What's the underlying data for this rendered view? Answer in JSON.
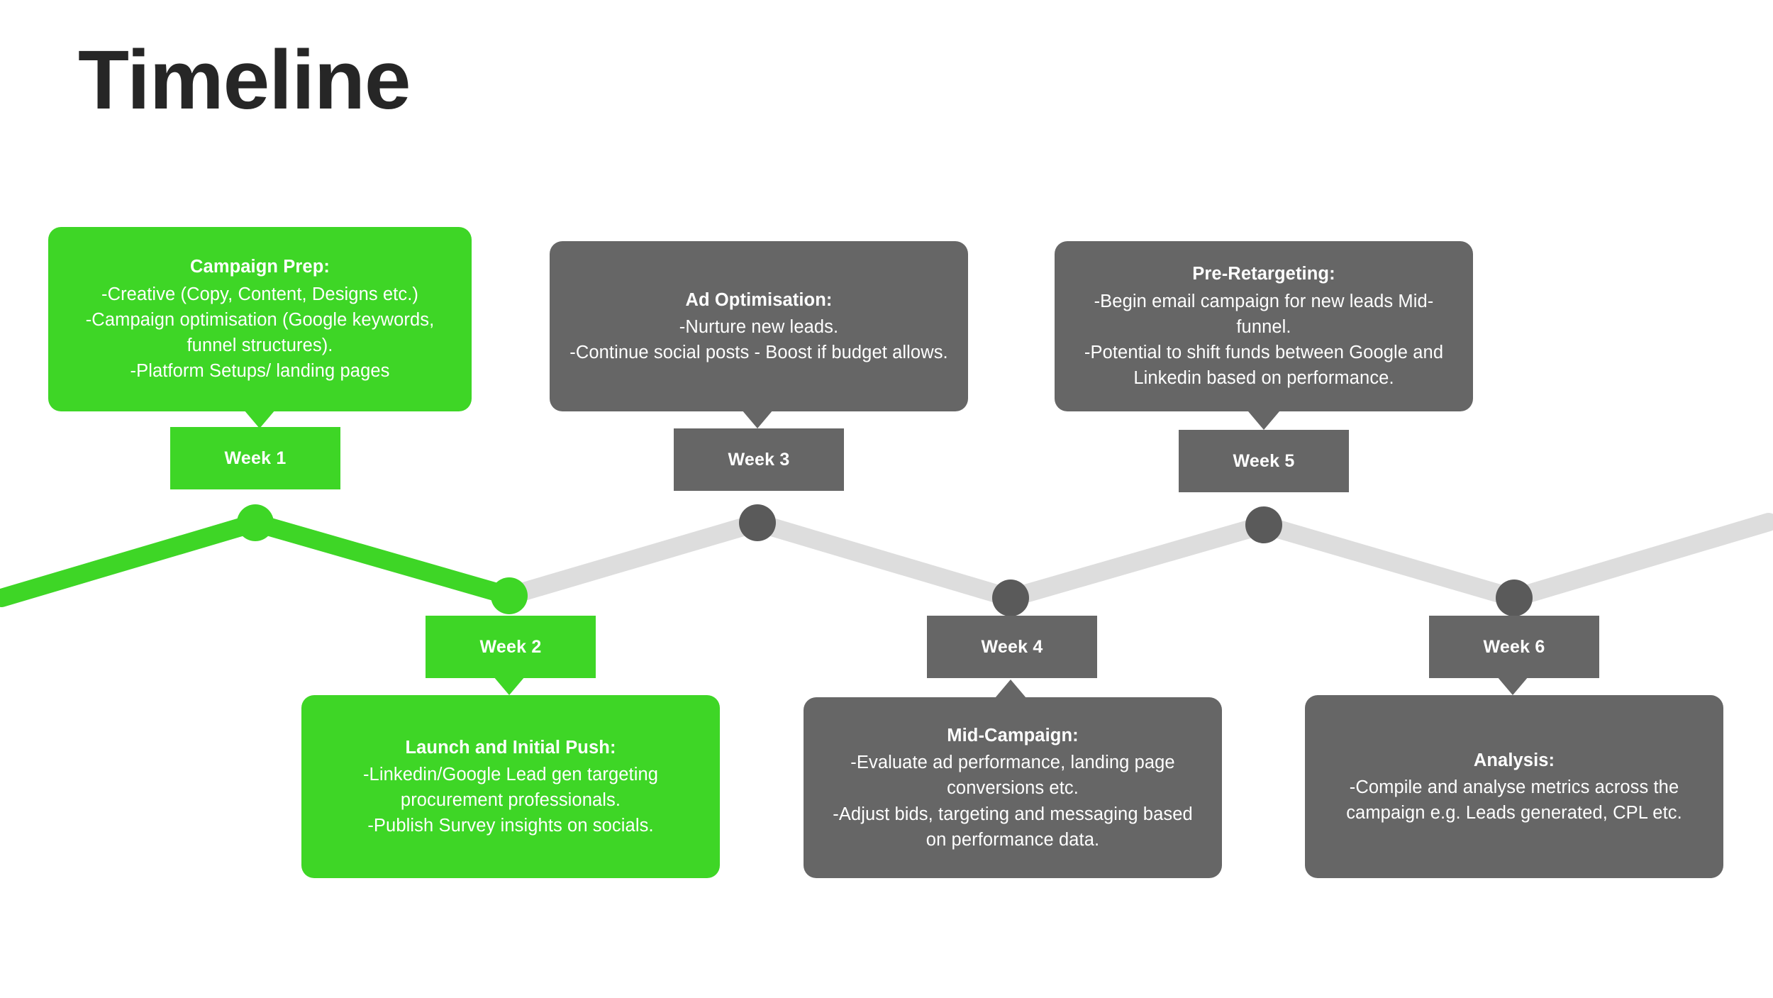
{
  "title": "Timeline",
  "colors": {
    "green": "#3ED626",
    "grey": "#666666",
    "line_green": "#3ED626",
    "line_grey": "#DDDDDD",
    "node_grey": "#5A5A5A",
    "title": "#262626",
    "card_text": "#FFFFFF",
    "background": "#FFFFFF"
  },
  "milestones": [
    {
      "week_label": "Week 1",
      "color": "green",
      "position": "above",
      "card": {
        "heading": "Campaign Prep:",
        "lines": [
          "-Creative (Copy, Content, Designs etc.)",
          "-Campaign optimisation (Google keywords, funnel structures).",
          "-Platform Setups/ landing pages"
        ]
      }
    },
    {
      "week_label": "Week 2",
      "color": "green",
      "position": "below",
      "card": {
        "heading": "Launch and Initial Push:",
        "lines": [
          "-Linkedin/Google Lead gen targeting procurement professionals.",
          "-Publish Survey insights on socials."
        ]
      }
    },
    {
      "week_label": "Week 3",
      "color": "grey",
      "position": "above",
      "card": {
        "heading": "Ad  Optimisation:",
        "lines": [
          "-Nurture new leads.",
          "-Continue social posts - Boost if budget allows."
        ]
      }
    },
    {
      "week_label": "Week 4",
      "color": "grey",
      "position": "below",
      "card": {
        "heading": "Mid-Campaign:",
        "lines": [
          "-Evaluate ad performance, landing page conversions etc.",
          "-Adjust bids, targeting and messaging based on performance data."
        ]
      }
    },
    {
      "week_label": "Week 5",
      "color": "grey",
      "position": "above",
      "card": {
        "heading": "Pre-Retargeting:",
        "lines": [
          "-Begin email campaign for new leads Mid-funnel.",
          "-Potential to shift funds between Google and Linkedin based on performance."
        ]
      }
    },
    {
      "week_label": "Week 6",
      "color": "grey",
      "position": "below",
      "card": {
        "heading": "Analysis:",
        "lines": [
          "-Compile and analyse metrics across the campaign e.g. Leads generated, CPL etc."
        ]
      }
    }
  ]
}
